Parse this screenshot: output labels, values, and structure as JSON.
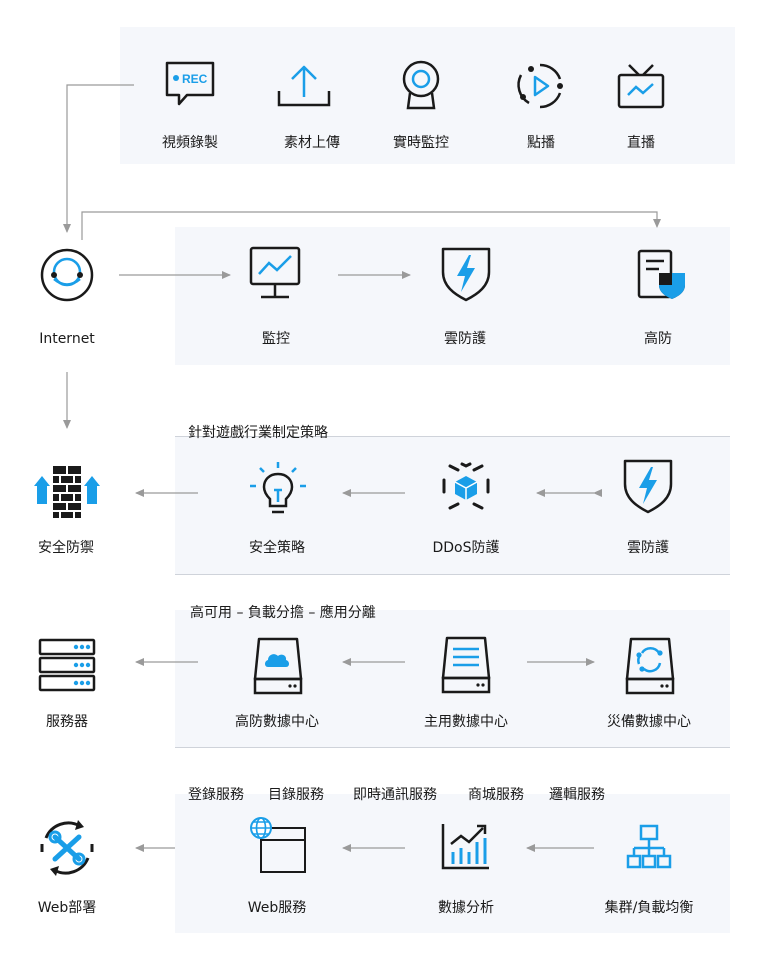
{
  "media": {
    "items": [
      {
        "label": "視頻錄製",
        "badge": "REC",
        "icon": "rec-icon"
      },
      {
        "label": "素材上傳",
        "icon": "upload-icon"
      },
      {
        "label": "實時監控",
        "icon": "webcam-icon"
      },
      {
        "label": "點播",
        "icon": "play-icon"
      },
      {
        "label": "直播",
        "icon": "tv-icon"
      }
    ]
  },
  "internet": {
    "label": "Internet",
    "icon": "internet-globe-icon"
  },
  "defense": {
    "items": [
      {
        "label": "監控",
        "icon": "monitor-icon"
      },
      {
        "label": "雲防護",
        "icon": "shield-bolt-icon"
      },
      {
        "label": "高防",
        "icon": "document-shield-icon"
      }
    ]
  },
  "strategy": {
    "header": "針對遊戲行業制定策略",
    "left": {
      "label": "安全防禦",
      "icon": "firewall-icon"
    },
    "items": [
      {
        "label": "安全策略",
        "icon": "lightbulb-icon"
      },
      {
        "label": "DDoS防護",
        "icon": "cube-icon"
      },
      {
        "label": "雲防護",
        "icon": "shield-bolt-icon"
      }
    ]
  },
  "datacenter": {
    "header": "高可用 – 負載分擔 – 應用分離",
    "left": {
      "label": "服務器",
      "icon": "server-rack-icon"
    },
    "items": [
      {
        "label": "高防數據中心",
        "icon": "cloud-drive-icon"
      },
      {
        "label": "主用數據中心",
        "icon": "list-drive-icon"
      },
      {
        "label": "災備數據中心",
        "icon": "sync-drive-icon"
      }
    ]
  },
  "services": {
    "tags": [
      "登錄服務",
      "目錄服務",
      "即時通訊服務",
      "商城服務",
      "邏輯服務"
    ],
    "left": {
      "label": "Web部署",
      "icon": "wrench-sync-icon"
    },
    "items": [
      {
        "label": "Web服務",
        "icon": "web-window-icon"
      },
      {
        "label": "數據分析",
        "icon": "analytics-chart-icon"
      },
      {
        "label": "集群/負載均衡",
        "icon": "cluster-icon"
      }
    ]
  },
  "colors": {
    "accent": "#1a9ee8",
    "ink": "#1a1a1a",
    "panel": "#f5f7fb",
    "arrow": "#9a9a9a",
    "divider": "#cfd3da"
  }
}
